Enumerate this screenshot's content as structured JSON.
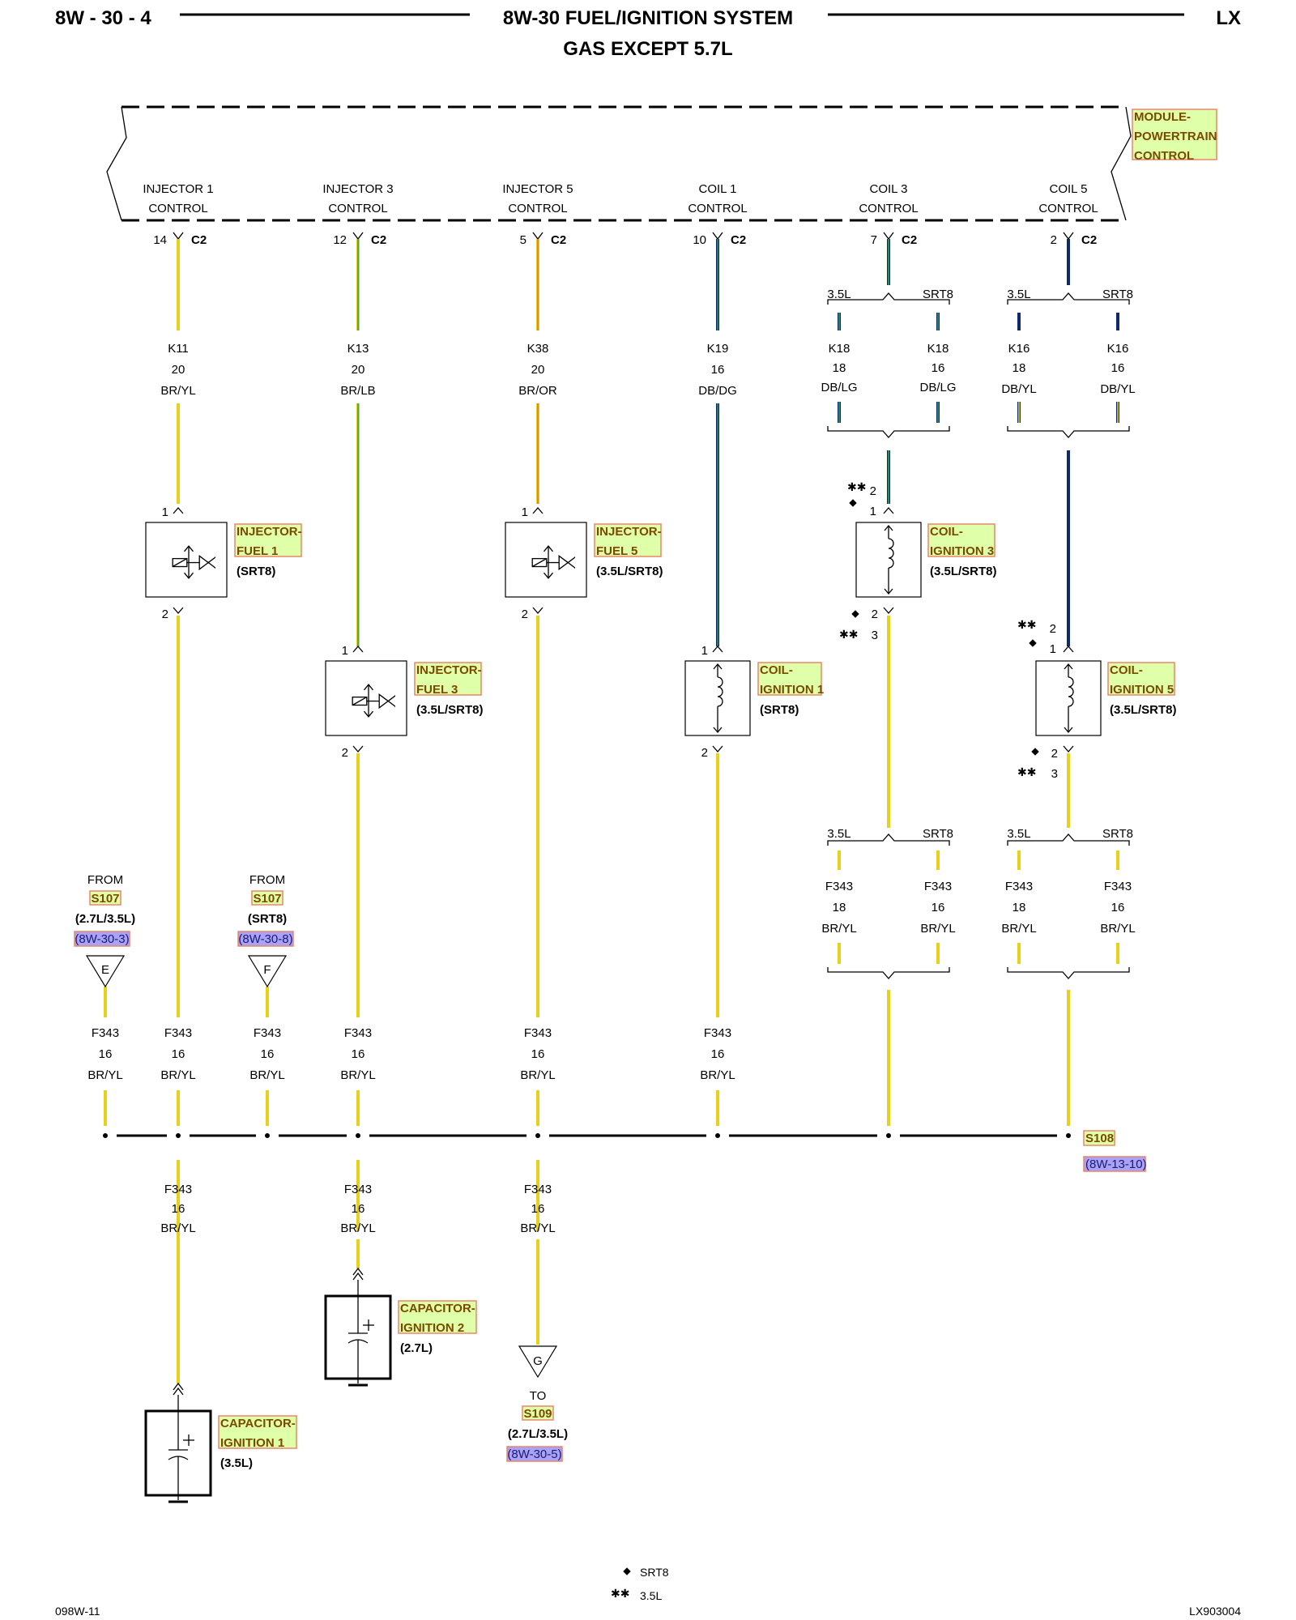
{
  "header": {
    "page_left": "8W - 30 - 4",
    "title": "8W-30 FUEL/IGNITION SYSTEM",
    "subtitle": "GAS EXCEPT 5.7L",
    "page_right": "LX"
  },
  "module": {
    "name_l1": "MODULE-",
    "name_l2": "POWERTRAIN",
    "name_l3": "CONTROL"
  },
  "pins": [
    {
      "label_l1": "INJECTOR 1",
      "label_l2": "CONTROL",
      "pin": "14",
      "conn": "C2"
    },
    {
      "label_l1": "INJECTOR 3",
      "label_l2": "CONTROL",
      "pin": "12",
      "conn": "C2"
    },
    {
      "label_l1": "INJECTOR 5",
      "label_l2": "CONTROL",
      "pin": "5",
      "conn": "C2"
    },
    {
      "label_l1": "COIL 1",
      "label_l2": "CONTROL",
      "pin": "10",
      "conn": "C2"
    },
    {
      "label_l1": "COIL 3",
      "label_l2": "CONTROL",
      "pin": "7",
      "conn": "C2"
    },
    {
      "label_l1": "COIL 5",
      "label_l2": "CONTROL",
      "pin": "2",
      "conn": "C2"
    }
  ],
  "control_wires": [
    {
      "circuit": "K11",
      "gauge": "20",
      "color": "BR/YL"
    },
    {
      "circuit": "K13",
      "gauge": "20",
      "color": "BR/LB"
    },
    {
      "circuit": "K38",
      "gauge": "20",
      "color": "BR/OR"
    },
    {
      "circuit": "K19",
      "gauge": "16",
      "color": "DB/DG"
    }
  ],
  "branch_wires": [
    {
      "variant": "3.5L",
      "circuit": "K18",
      "gauge": "18",
      "color": "DB/LG"
    },
    {
      "variant": "SRT8",
      "circuit": "K18",
      "gauge": "16",
      "color": "DB/LG"
    },
    {
      "variant": "3.5L",
      "circuit": "K16",
      "gauge": "18",
      "color": "DB/YL"
    },
    {
      "variant": "SRT8",
      "circuit": "K16",
      "gauge": "16",
      "color": "DB/YL"
    }
  ],
  "components": {
    "inj1": {
      "name_l1": "INJECTOR-",
      "name_l2": "FUEL 1",
      "app": "(SRT8)",
      "pin_top": "1",
      "pin_bot": "2"
    },
    "inj5": {
      "name_l1": "INJECTOR-",
      "name_l2": "FUEL 5",
      "app": "(3.5L/SRT8)",
      "pin_top": "1",
      "pin_bot": "2"
    },
    "inj3": {
      "name_l1": "INJECTOR-",
      "name_l2": "FUEL 3",
      "app": "(3.5L/SRT8)",
      "pin_top": "1",
      "pin_bot": "2"
    },
    "coil1": {
      "name_l1": "COIL-",
      "name_l2": "IGNITION 1",
      "app": "(SRT8)",
      "pin_top": "1",
      "pin_bot": "2"
    },
    "coil3": {
      "name_l1": "COIL-",
      "name_l2": "IGNITION 3",
      "app": "(3.5L/SRT8)",
      "pin_top_a": "2",
      "pin_top_b": "1",
      "pin_bot_a": "2",
      "pin_bot_b": "3"
    },
    "coil5": {
      "name_l1": "COIL-",
      "name_l2": "IGNITION 5",
      "app": "(3.5L/SRT8)",
      "pin_top_a": "2",
      "pin_top_b": "1",
      "pin_bot_a": "2",
      "pin_bot_b": "3"
    }
  },
  "return_branches": [
    {
      "variant": "3.5L",
      "circuit": "F343",
      "gauge": "18",
      "color": "BR/YL"
    },
    {
      "variant": "SRT8",
      "circuit": "F343",
      "gauge": "16",
      "color": "BR/YL"
    },
    {
      "variant": "3.5L",
      "circuit": "F343",
      "gauge": "18",
      "color": "BR/YL"
    },
    {
      "variant": "SRT8",
      "circuit": "F343",
      "gauge": "16",
      "color": "BR/YL"
    }
  ],
  "from_refs": [
    {
      "from": "FROM",
      "splice": "S107",
      "app": "(2.7L/3.5L)",
      "page": "(8W-30-3)",
      "letter": "E"
    },
    {
      "from": "FROM",
      "splice": "S107",
      "app": "(SRT8)",
      "page": "(8W-30-8)",
      "letter": "F"
    }
  ],
  "bus_wires": [
    {
      "circuit": "F343",
      "gauge": "16",
      "color": "BR/YL"
    },
    {
      "circuit": "F343",
      "gauge": "16",
      "color": "BR/YL"
    },
    {
      "circuit": "F343",
      "gauge": "16",
      "color": "BR/YL"
    },
    {
      "circuit": "F343",
      "gauge": "16",
      "color": "BR/YL"
    },
    {
      "circuit": "F343",
      "gauge": "16",
      "color": "BR/YL"
    },
    {
      "circuit": "F343",
      "gauge": "16",
      "color": "BR/YL"
    }
  ],
  "splice": {
    "name": "S108",
    "page": "(8W-13-10)"
  },
  "lower_wires": [
    {
      "circuit": "F343",
      "gauge": "16",
      "color": "BR/YL"
    },
    {
      "circuit": "F343",
      "gauge": "16",
      "color": "BR/YL"
    },
    {
      "circuit": "F343",
      "gauge": "16",
      "color": "BR/YL"
    }
  ],
  "capacitors": {
    "cap1": {
      "name_l1": "CAPACITOR-",
      "name_l2": "IGNITION 1",
      "app": "(3.5L)"
    },
    "cap2": {
      "name_l1": "CAPACITOR-",
      "name_l2": "IGNITION 2",
      "app": "(2.7L)"
    }
  },
  "to_ref": {
    "letter": "G",
    "to": "TO",
    "splice": "S109",
    "app": "(2.7L/3.5L)",
    "page": "(8W-30-5)"
  },
  "legend": {
    "srt8": "SRT8",
    "l35": "3.5L",
    "star_sym": "✱✱"
  },
  "footer": {
    "left": "098W-11",
    "right": "LX903004"
  },
  "colors": {
    "yellow": "#e6d21a",
    "green": "#2aa352",
    "orange": "#e8801e",
    "darkblue": "#0d2a6e",
    "blue": "#2a5fcf"
  }
}
